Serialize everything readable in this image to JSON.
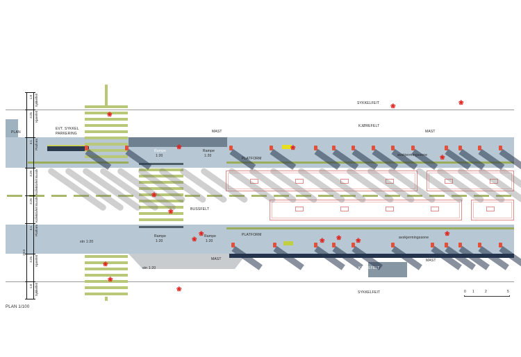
{
  "title": "PLAN 1/100",
  "labels": {
    "bike_lane_top": "SYKKELFEIT",
    "bike_lane_bottom": "SYKKELFEIT",
    "car_lane_top": "KJØREFELT",
    "car_lane_bottom": "KJØREFELT",
    "bus_lane": "BUSSFELT",
    "platform_top": "PLATFORM",
    "platform_bottom": "PLATFORM",
    "bike_parking_1": "EVT. SYKKEL",
    "bike_parking_2": "PARKERING",
    "plan_left": "PLAN",
    "mast": "MAST",
    "ramp": "Rampe",
    "ramp_slope": "1:20",
    "slope_1": "stn 1:20",
    "slope_2": "stn 1:20",
    "zone_top": "avskjermingssone",
    "zone_bottom": "avskjermingssone"
  },
  "section_labels": [
    "Sykkelfelt",
    "Kjørefelt",
    "Platform",
    "Kollektivfelt Bussholdeplass",
    "Kollektivfelt Bussholdeplass",
    "Platform",
    "Kjørefelt",
    "Sykkelfelt"
  ],
  "section_dims": [
    "1.8",
    "3.25",
    "3.1",
    "3.25",
    "3.25",
    "3.1",
    "3.25",
    "1.8"
  ],
  "total_dim": "23.0",
  "scale_bar": [
    "0",
    "1",
    "2",
    "5"
  ],
  "colors": {
    "platform": "#b7c7d3",
    "marking": "#9cad5a",
    "bus_outline": "#e08a8a",
    "mast": "#e0503a",
    "people": "#e0201a"
  }
}
